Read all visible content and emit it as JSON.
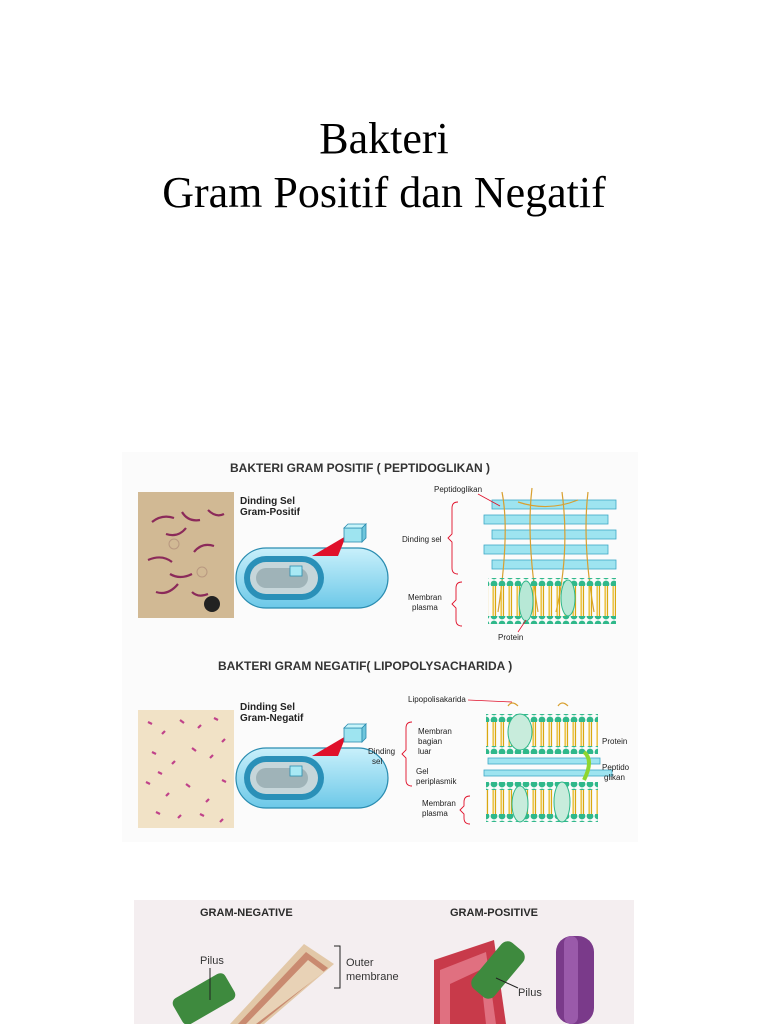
{
  "title": {
    "line1": "Bakteri",
    "line2": "Gram Positif dan Negatif"
  },
  "figure_top": {
    "positive": {
      "heading": "BAKTERI GRAM POSITIF ( PEPTIDOGLIKAN )",
      "cell_label_1": "Dinding Sel",
      "cell_label_2": "Gram-Positif",
      "peptidoglikan": "Peptidoglikan",
      "dinding_sel": "Dinding sel",
      "membran_1": "Membran",
      "membran_2": "plasma",
      "protein": "Protein"
    },
    "negative": {
      "heading": "BAKTERI GRAM NEGATIF( LIPOPOLYSACHARIDA )",
      "cell_label_1": "Dinding Sel",
      "cell_label_2": "Gram-Negatif",
      "lipopolisakarida": "Lipopolisakarida",
      "dinding_1": "Dinding",
      "dinding_2": "sel",
      "membran_luar_1": "Membran",
      "membran_luar_2": "bagian",
      "membran_luar_3": "luar",
      "gel_1": "Gel",
      "gel_2": "periplasmik",
      "membran_plasma_1": "Membran",
      "membran_plasma_2": "plasma",
      "protein": "Protein",
      "peptido_1": "Peptido",
      "peptido_2": "glikan"
    }
  },
  "figure_bottom": {
    "gram_negative": "GRAM-NEGATIVE",
    "gram_positive": "GRAM-POSITIVE",
    "pilus_left": "Pilus",
    "outer_1": "Outer",
    "outer_2": "membrane",
    "pilus_right": "Pilus"
  },
  "colors": {
    "cell_blue": "#6cc8e8",
    "layer_cyan": "#9ee4f0",
    "lipid_head": "#2fb88a",
    "lipid_tail": "#e8b820",
    "arrow_red": "#e0102a",
    "purple_stain": "#8b2a5a"
  }
}
